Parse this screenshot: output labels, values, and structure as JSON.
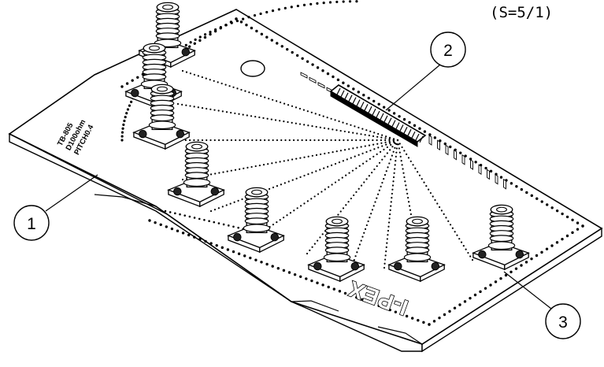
{
  "scale_note": "(S=5/1)",
  "callouts": [
    {
      "number": "1",
      "target": "board"
    },
    {
      "number": "2",
      "target": "connector"
    },
    {
      "number": "3",
      "target": "sma-jack"
    }
  ],
  "board_marking": {
    "line1": "TB-805",
    "line2": "D100ohm",
    "line3": "PITCH0.4"
  },
  "brand_mark": "I-PEX",
  "colors": {
    "line": "#000000",
    "background": "#ffffff",
    "board_fill": "#ffffff"
  },
  "icons": {
    "connector": "sma-connector-icon",
    "board_connector": "fine-pitch-connector-icon"
  }
}
